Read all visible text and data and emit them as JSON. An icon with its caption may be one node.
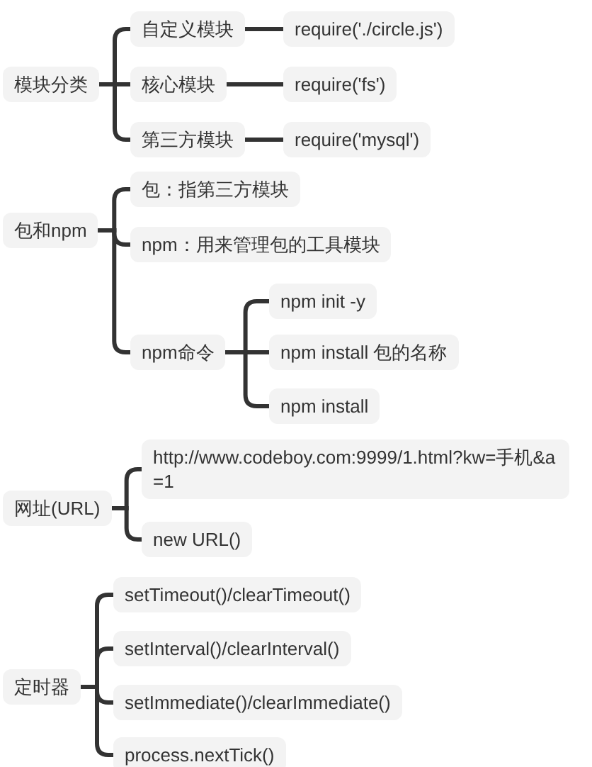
{
  "diagram": {
    "nodes": [
      {
        "text": [
          "模块分类"
        ]
      },
      {
        "text": [
          "自定义模块"
        ]
      },
      {
        "text": [
          "require('./circle.js')"
        ]
      },
      {
        "text": [
          "核心模块"
        ]
      },
      {
        "text": [
          "require('fs')"
        ]
      },
      {
        "text": [
          "第三方模块"
        ]
      },
      {
        "text": [
          "require('mysql')"
        ]
      },
      {
        "text": [
          "包和npm"
        ]
      },
      {
        "text": [
          "包：指第三方模块"
        ]
      },
      {
        "text": [
          "npm：用来管理包的工具模块"
        ]
      },
      {
        "text": [
          "npm命令"
        ]
      },
      {
        "text": [
          "npm init -y"
        ]
      },
      {
        "text": [
          "npm install 包的名称"
        ]
      },
      {
        "text": [
          "npm install"
        ]
      },
      {
        "text": [
          "网址(URL)"
        ]
      },
      {
        "text": [
          "http://www.codeboy.com:9999/1.html?kw=手机&a=1"
        ]
      },
      {
        "text": [
          "new URL()"
        ]
      },
      {
        "text": [
          "定时器"
        ]
      },
      {
        "text": [
          "setTimeout()/clearTimeout()"
        ]
      },
      {
        "text": [
          "setInterval()/clearInterval()"
        ]
      },
      {
        "text": [
          "setImmediate()/clearImmediate()"
        ]
      },
      {
        "text": [
          "process.nextTick()"
        ]
      }
    ],
    "edges": [
      {
        "from": 0,
        "to": 1,
        "arrow": "none"
      },
      {
        "from": 1,
        "to": 2,
        "arrow": "none"
      },
      {
        "from": 0,
        "to": 3,
        "arrow": "none"
      },
      {
        "from": 3,
        "to": 4,
        "arrow": "none"
      },
      {
        "from": 0,
        "to": 5,
        "arrow": "none"
      },
      {
        "from": 5,
        "to": 6,
        "arrow": "none"
      },
      {
        "from": 7,
        "to": 8,
        "arrow": "none"
      },
      {
        "from": 7,
        "to": 9,
        "arrow": "none"
      },
      {
        "from": 7,
        "to": 10,
        "arrow": "none"
      },
      {
        "from": 10,
        "to": 11,
        "arrow": "none"
      },
      {
        "from": 10,
        "to": 12,
        "arrow": "none"
      },
      {
        "from": 10,
        "to": 13,
        "arrow": "none"
      },
      {
        "from": 14,
        "to": 15,
        "arrow": "none"
      },
      {
        "from": 14,
        "to": 16,
        "arrow": "none"
      },
      {
        "from": 17,
        "to": 18,
        "arrow": "none"
      },
      {
        "from": 17,
        "to": 19,
        "arrow": "none"
      },
      {
        "from": 17,
        "to": 20,
        "arrow": "none"
      },
      {
        "from": 17,
        "to": 21,
        "arrow": "none"
      }
    ]
  }
}
